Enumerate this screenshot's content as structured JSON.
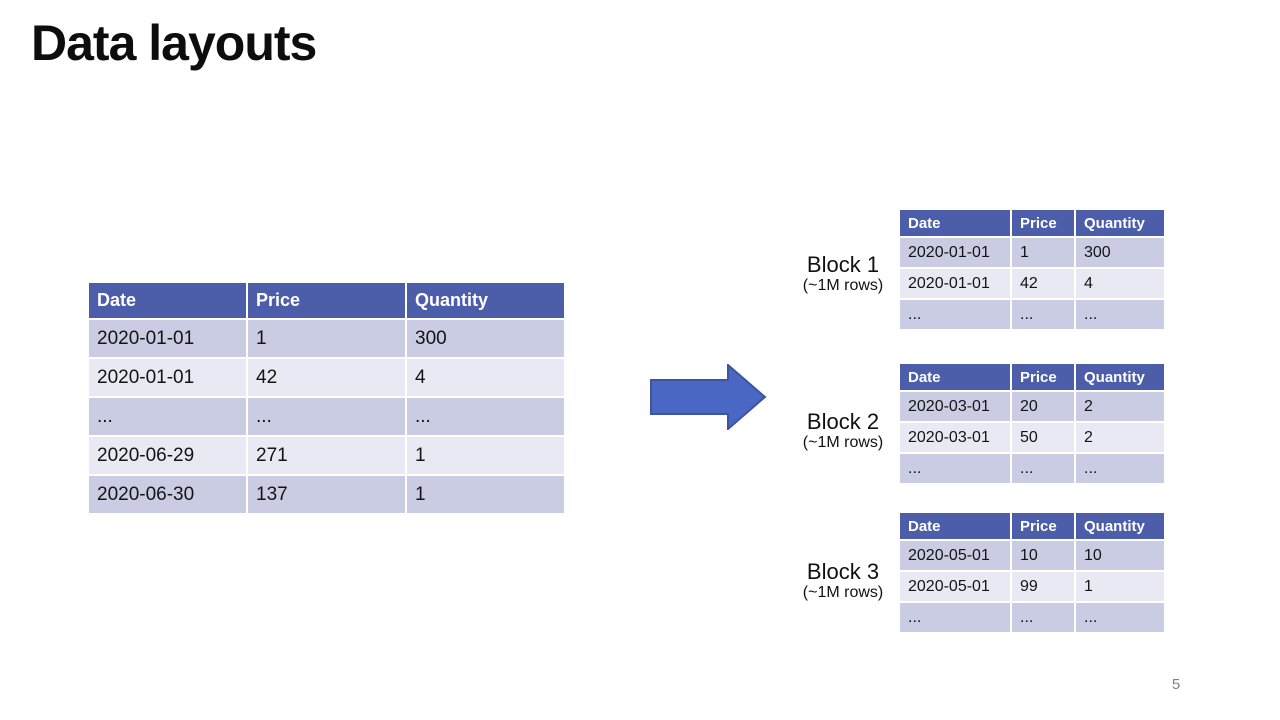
{
  "slide": {
    "title": "Data layouts",
    "page_number": "5"
  },
  "colors": {
    "title_color": "#0d0d0d",
    "header_bg": "#4c5da9",
    "header_text": "#ffffff",
    "row_dark": "#c9cce2",
    "row_light": "#e8e9f3",
    "cell_text": "#141414",
    "arrow_fill": "#4a67c3",
    "arrow_border": "#3d549e",
    "page_number_color": "#808080"
  },
  "icons": {
    "arrow": "right-block-arrow"
  },
  "main_table": {
    "headers": [
      "Date",
      "Price",
      "Quantity"
    ],
    "rows": [
      [
        "2020-01-01",
        "1",
        "300"
      ],
      [
        "2020-01-01",
        "42",
        "4"
      ],
      [
        "...",
        "...",
        "..."
      ],
      [
        "2020-06-29",
        "271",
        "1"
      ],
      [
        "2020-06-30",
        "137",
        "1"
      ]
    ]
  },
  "blocks": [
    {
      "label": "Block 1",
      "sublabel": "(~1M rows)",
      "table": {
        "headers": [
          "Date",
          "Price",
          "Quantity"
        ],
        "rows": [
          [
            "2020-01-01",
            "1",
            "300"
          ],
          [
            "2020-01-01",
            "42",
            "4"
          ],
          [
            "...",
            "...",
            "..."
          ]
        ]
      }
    },
    {
      "label": "Block 2",
      "sublabel": "(~1M rows)",
      "table": {
        "headers": [
          "Date",
          "Price",
          "Quantity"
        ],
        "rows": [
          [
            "2020-03-01",
            "20",
            "2"
          ],
          [
            "2020-03-01",
            "50",
            "2"
          ],
          [
            "...",
            "...",
            "..."
          ]
        ]
      }
    },
    {
      "label": "Block 3",
      "sublabel": "(~1M rows)",
      "table": {
        "headers": [
          "Date",
          "Price",
          "Quantity"
        ],
        "rows": [
          [
            "2020-05-01",
            "10",
            "10"
          ],
          [
            "2020-05-01",
            "99",
            "1"
          ],
          [
            "...",
            "...",
            "..."
          ]
        ]
      }
    }
  ]
}
